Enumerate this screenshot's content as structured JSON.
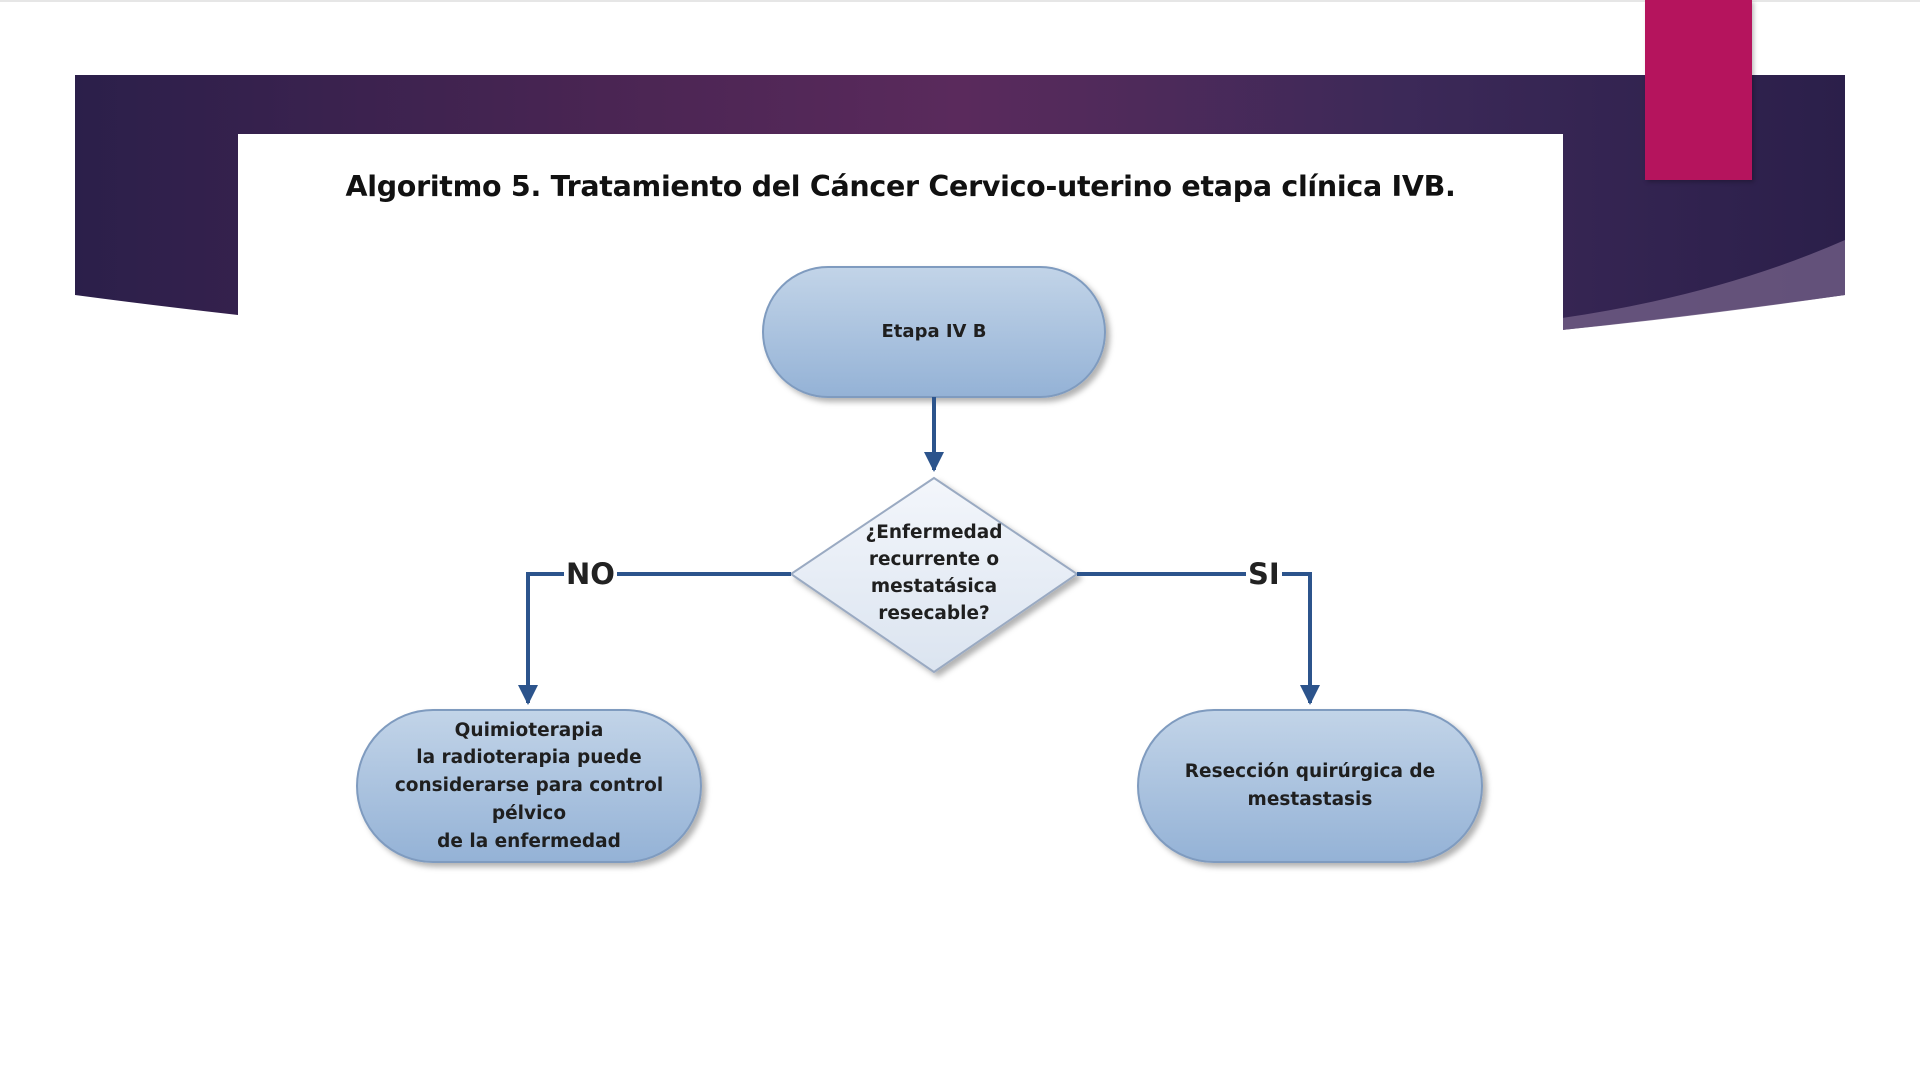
{
  "slide": {
    "colors": {
      "banner_dark": "#2b1f4a",
      "banner_mid": "#58285a",
      "accent_tab": "#b5145d",
      "node_fill_top": "#bcd0e6",
      "node_fill_bottom": "#94b2d6",
      "node_stroke": "#7f9bbf",
      "arrow": "#2c548c"
    }
  },
  "diagram": {
    "title": "Algoritmo 5. Tratamiento del Cáncer Cervico-uterino etapa clínica IVB.",
    "nodes": {
      "start": "Etapa IV B",
      "decision": "¿Enfermedad\nrecurrente o\nmestatásica\nresecable?",
      "no_outcome": "Quimioterapia\nla radioterapia puede\nconsiderarse para control pélvico\nde la enfermedad",
      "yes_outcome": "Resección quirúrgica de\nmestastasis"
    },
    "branches": {
      "no": "NO",
      "yes": "SI"
    }
  }
}
